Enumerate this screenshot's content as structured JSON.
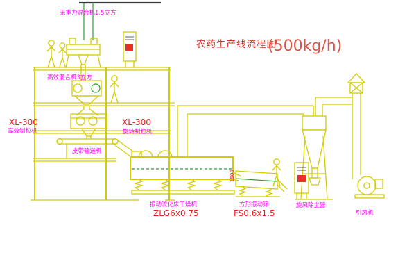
{
  "title": {
    "main": "农药生产线流程图",
    "capacity": "(500kg/h)"
  },
  "labels": {
    "top_mixer": "无重力混合机1.5立方",
    "high_mixer": "高效混合机3立方",
    "granulator_left_model": "XL-300",
    "granulator_left": "高效制粒机",
    "granulator_right_model": "XL-300",
    "granulator_right": "旋转制粒机",
    "belt_conveyor": "皮带输送机",
    "dryer": "振动流化床干燥机",
    "dryer_model": "ZLG6x0.75",
    "sieve": "方形振动筛",
    "sieve_model": "FS0.6x1.5",
    "dimension_mark": "1500",
    "cyclone": "旋风除尘器",
    "fan": "引风机"
  },
  "colors": {
    "line_yellow": "#d4cc00",
    "accent_green": "#2f9e2f",
    "text_magenta": "#ff00ff",
    "text_red": "#ee1c1c",
    "background": "#ffffff"
  }
}
